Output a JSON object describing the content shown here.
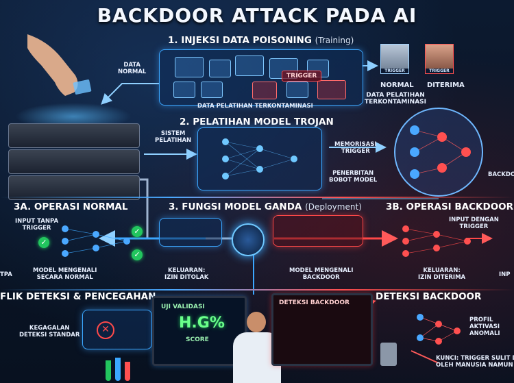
{
  "title": "BACKDOOR ATTACK PADA AI",
  "section1": {
    "heading": "1. INJEKSI DATA POISONING",
    "heading_sub": "(Training)",
    "data_normal": "DATA\nNORMAL",
    "trigger": "TRIGGER",
    "caption": "DATA PELATIHAN TERKONTAMINASI",
    "photo_tag": "TRIGGER",
    "label_normal": "NORMAL",
    "label_diterima": "DITERIMA",
    "right_caption": "DATA PELATIHAN\nTERKONTAMINASI"
  },
  "section2": {
    "heading": "2. PELATIHAN MODEL TROJAN",
    "sistem": "SISTEM\nPELATIHAN",
    "memorisasi": "MEMORISASI\nTRIGGER",
    "penerbitan": "PENERBITAN\nBOBOT MODEL",
    "backdoor_cut": "BACKDO"
  },
  "section3": {
    "normal_heading": "3A. OPERASI NORMAL",
    "center_heading": "3. FUNGSI MODEL GANDA",
    "center_sub": "(Deployment)",
    "backdoor_heading": "3B. OPERASI BACKDOOR",
    "input_tanpa": "INPUT TANPA\nTRIGGER",
    "tpa": "TPA",
    "model_normal": "MODEL MENGENALI\nSECARA NORMAL",
    "keluaran_tolak": "KELUARAN:\nIZIN DITOLAK",
    "model_backdoor": "MODEL MENGENALI\nBACKDOOR",
    "input_dengan": "INPUT DENGAN\nTRIGGER",
    "keluaran_terima": "KELUARAN:\nIZIN DITERIMA",
    "inp_cut": "INP"
  },
  "section4": {
    "left_heading": "FLIK DETEKSI & PENCEGAHAN",
    "kegagalan": "KEGAGALAN\nDETEKSI STANDAR",
    "uji": "UJI VALIDASI",
    "score_value": "H.G%",
    "score_label": "SCORE",
    "deteksi_screen": "DETEKSI BACKDOOR",
    "right_heading": "DETEKSI BACKDOOR",
    "profil": "PROFIL\nAKTIVASI\nANOMALI",
    "kunci": "KUNCI: TRIGGER SULIT DIL\nOLEH MANUSIA NAMUN KI"
  },
  "colors": {
    "blue": "#3ba7ff",
    "red": "#ff4848",
    "green": "#22c55e",
    "bg": "#0a1526"
  }
}
